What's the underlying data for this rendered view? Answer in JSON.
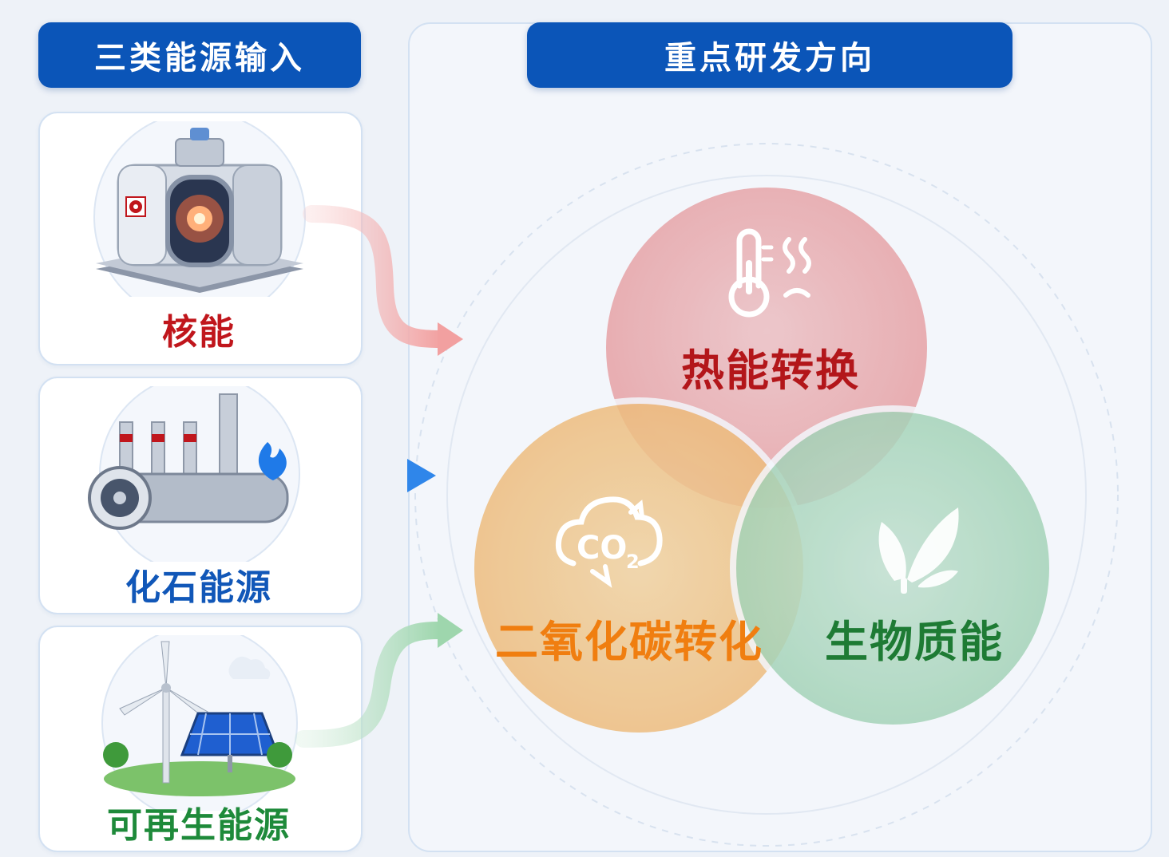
{
  "left_header": "三类能源输入",
  "right_header": "重点研发方向",
  "sources": [
    {
      "label": "核能",
      "icon": "nuclear-reactor-icon",
      "color": "#c0161c",
      "arrow_color": "#f2a2a2"
    },
    {
      "label": "化石能源",
      "icon": "gas-turbine-factory-icon",
      "color": "#1157b8",
      "arrow_color": "#3a8be8"
    },
    {
      "label": "可再生能源",
      "icon": "wind-solar-icon",
      "color": "#1e8a3a",
      "arrow_color": "#9ed6ad"
    }
  ],
  "directions": [
    {
      "label": "热能转换",
      "icon": "thermometer-heat-icon",
      "color": "#b3161a",
      "fill": "#f4b8b8"
    },
    {
      "label": "二氧化碳转化",
      "icon": "co2-cycle-icon",
      "color": "#f07e10",
      "fill": "#fbd197",
      "icon_text": "CO",
      "icon_sub": "2"
    },
    {
      "label": "生物质能",
      "icon": "leaf-icon",
      "color": "#1e7b34",
      "fill": "#b7e0c6"
    }
  ]
}
